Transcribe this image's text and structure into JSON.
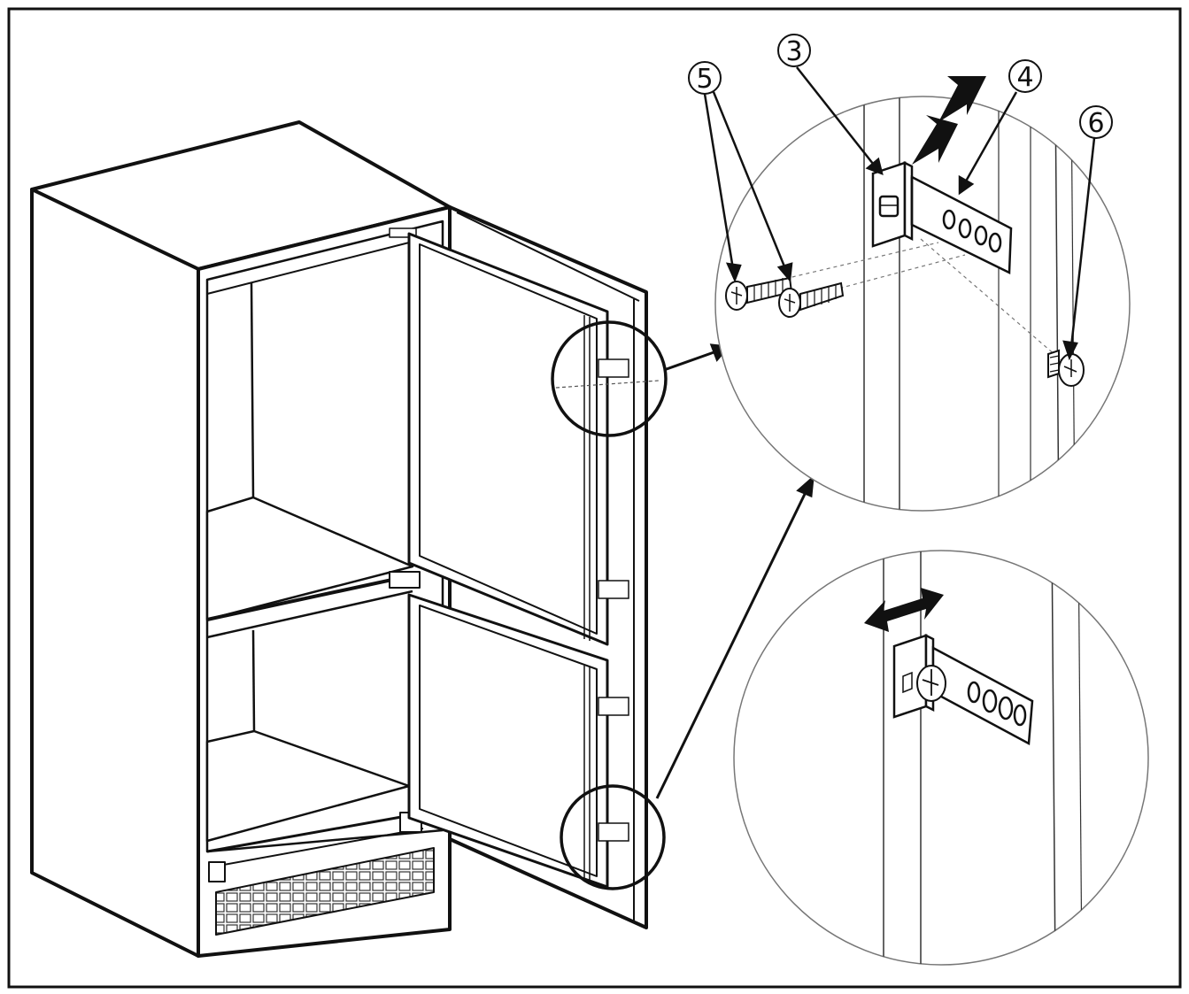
{
  "callouts": [
    {
      "id": "3",
      "label": "3"
    },
    {
      "id": "4",
      "label": "4"
    },
    {
      "id": "5",
      "label": "5"
    },
    {
      "id": "6",
      "label": "6"
    }
  ],
  "colors": {
    "line": "#111111",
    "background": "#ffffff",
    "thin": "#444444",
    "dashed": "#777777"
  }
}
